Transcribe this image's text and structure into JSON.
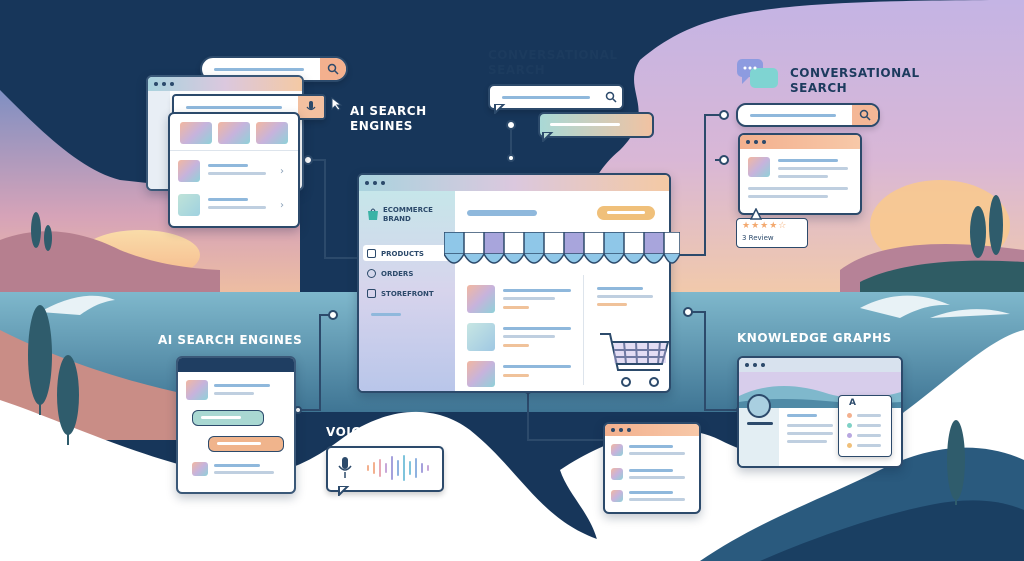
{
  "labels": {
    "ai_search_top": "AI SEARCH\nENGINES",
    "conversational_top": "CONVERSATIONAL\nSEARCH",
    "conversational_right": "CONVERSATIONAL\nSEARCH",
    "ai_search_left": "AI SEARCH ENGINES",
    "voice_search": "VOICE SEARCH",
    "knowledge_graphs": "KNOWLEDGE GRAPHS"
  },
  "store": {
    "brand_line1": "ECOMMERCE",
    "brand_line2": "BRAND",
    "menu": [
      "PRODUCTS",
      "ORDERS",
      "STOREFRONT"
    ]
  },
  "review": {
    "stars": "★★★★☆",
    "text": "3 Review"
  },
  "kg_card": {
    "letter": "A"
  },
  "colors": {
    "navy": "#17365a",
    "outline": "#2c4a6b",
    "peach": "#f3b08e",
    "lavender": "#b9a9d9",
    "teal": "#8fd1d8"
  }
}
